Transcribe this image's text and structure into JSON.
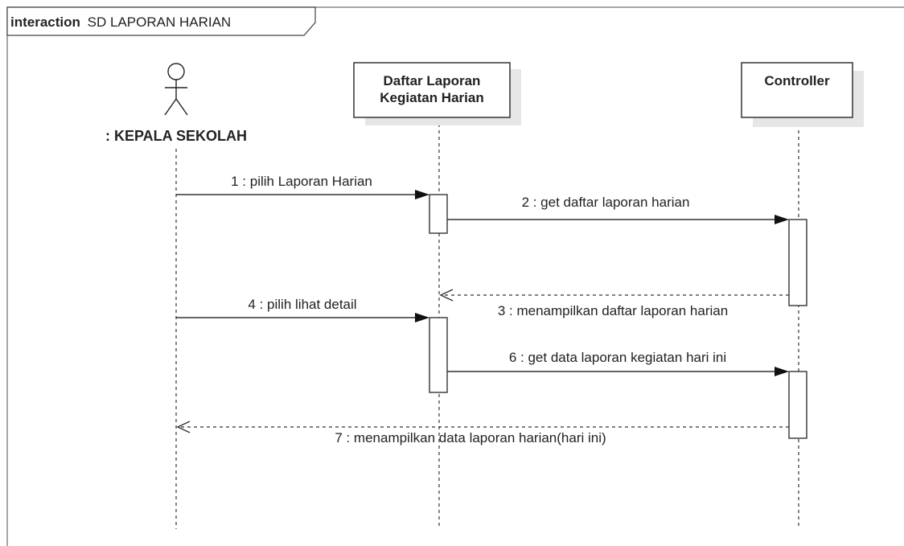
{
  "frame": {
    "keyword": "interaction",
    "name": "SD LAPORAN HARIAN"
  },
  "lifelines": [
    {
      "id": "actor",
      "kind": "actor",
      "label": ": KEPALA SEKOLAH"
    },
    {
      "id": "form",
      "kind": "object",
      "label_lines": [
        "Daftar Laporan",
        "Kegiatan Harian"
      ]
    },
    {
      "id": "ctrl",
      "kind": "object",
      "label_lines": [
        "Controller"
      ]
    }
  ],
  "messages": [
    {
      "label": "1 : pilih Laporan Harian",
      "from": "actor",
      "to": "form",
      "kind": "sync"
    },
    {
      "label": "2 : get daftar laporan harian",
      "from": "form",
      "to": "ctrl",
      "kind": "sync"
    },
    {
      "label": "3 : menampilkan daftar laporan harian",
      "from": "ctrl",
      "to": "form",
      "kind": "return"
    },
    {
      "label": "4 : pilih lihat detail",
      "from": "actor",
      "to": "form",
      "kind": "sync"
    },
    {
      "label": "6 : get data laporan kegiatan hari ini",
      "from": "form",
      "to": "ctrl",
      "kind": "sync"
    },
    {
      "label": "7 : menampilkan data laporan harian(hari ini)",
      "from": "ctrl",
      "to": "actor",
      "kind": "return"
    }
  ],
  "colors": {
    "line": "#333333",
    "box_fill": "#ffffff",
    "shadow": "#e6e6e6",
    "frame_border": "#444444"
  }
}
